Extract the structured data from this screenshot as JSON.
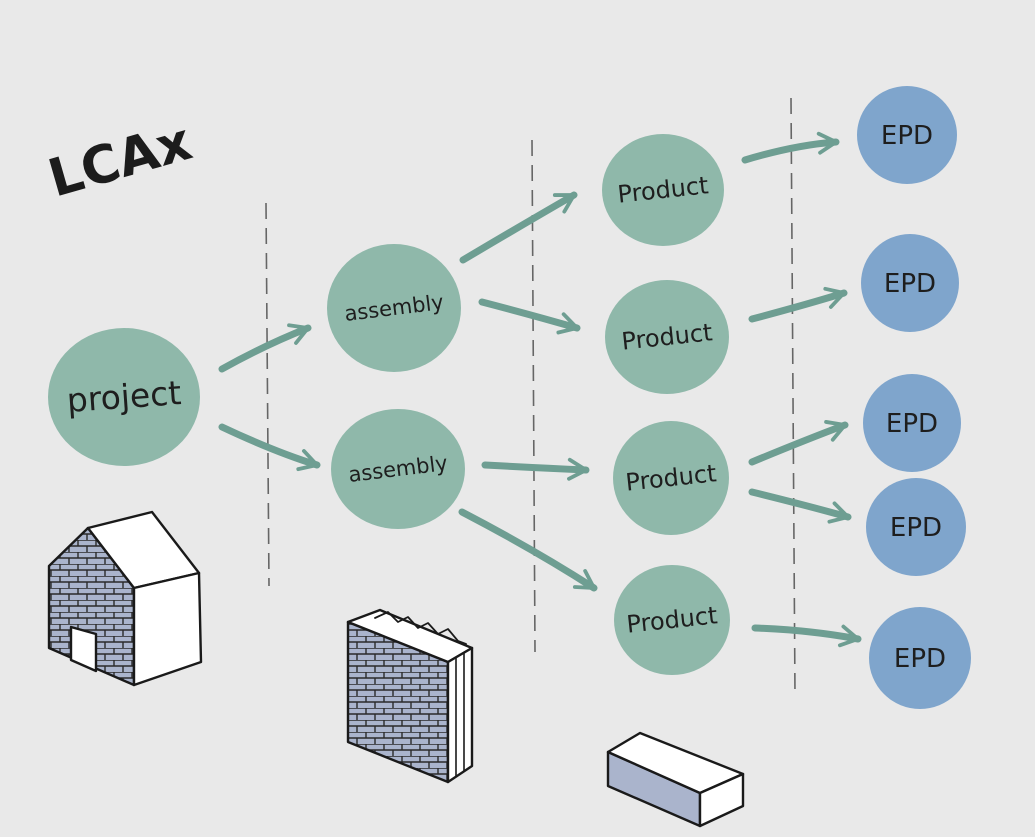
{
  "title": "LCAx",
  "nodes": {
    "project": "project",
    "assembly_1": "assembly",
    "assembly_2": "assembly",
    "product_1": "Product",
    "product_2": "Product",
    "product_3": "Product",
    "product_4": "Product",
    "epd_1": "EPD",
    "epd_2": "EPD",
    "epd_3": "EPD",
    "epd_4": "EPD",
    "epd_5": "EPD"
  },
  "colors": {
    "background": "#e9e9e9",
    "level_node": "#8fb8aa",
    "epd_node": "#7fa5cc",
    "arrow": "#6e9e92",
    "divider": "#666666",
    "brick": "#aab4cc"
  },
  "illustrations": [
    "house-illustration",
    "wall-illustration",
    "brick-illustration"
  ]
}
